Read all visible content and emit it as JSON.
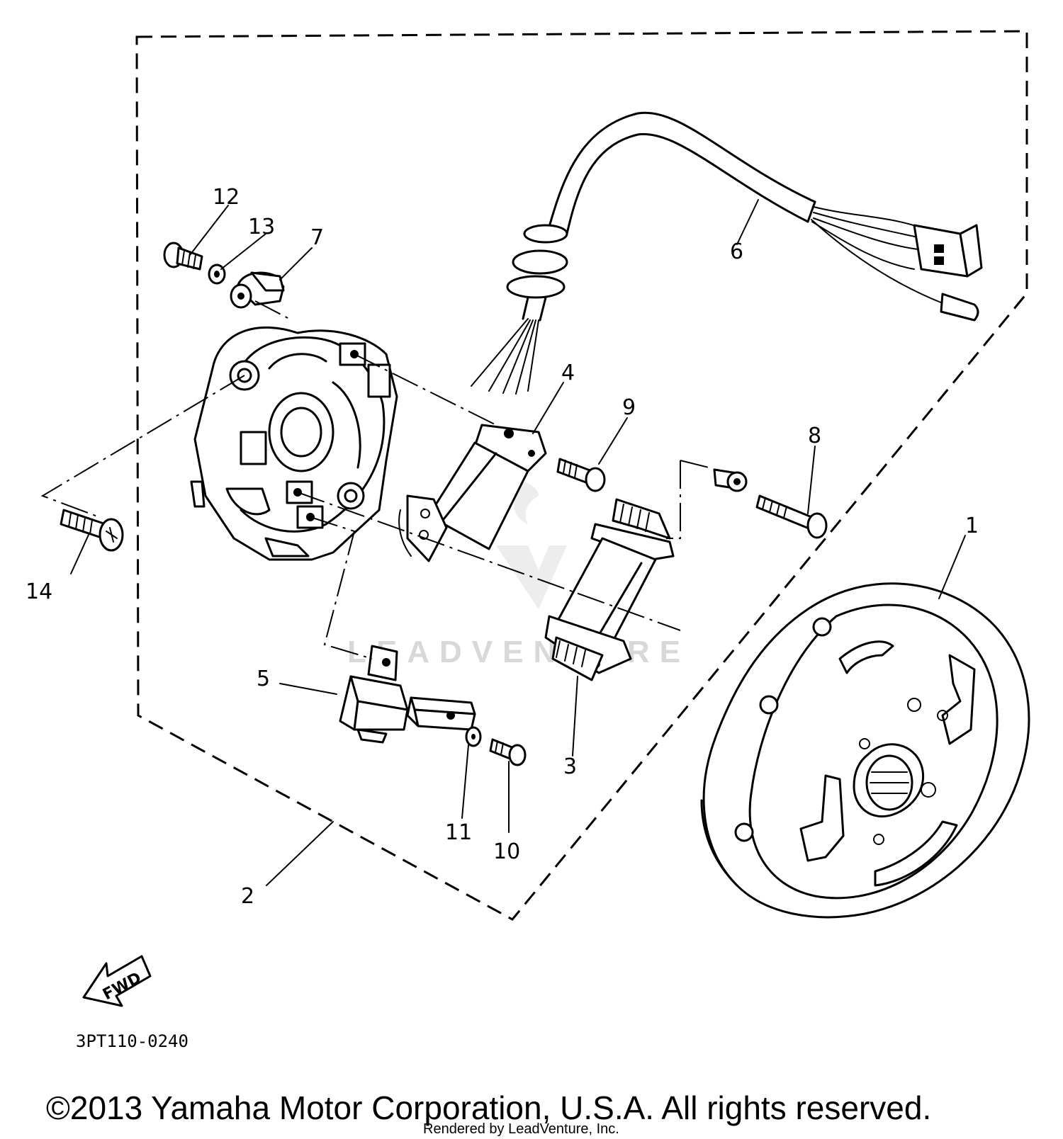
{
  "diagram": {
    "callouts": [
      "1",
      "2",
      "3",
      "4",
      "5",
      "6",
      "7",
      "8",
      "9",
      "10",
      "11",
      "12",
      "13",
      "14"
    ],
    "direction_label": "FWD",
    "diagram_code": "3PT110-0240",
    "watermark": "LEADVENTURE",
    "copyright": "©2013 Yamaha Motor Corporation, U.S.A. All rights reserved.",
    "render_credit": "Rendered by LeadVenture, Inc."
  }
}
